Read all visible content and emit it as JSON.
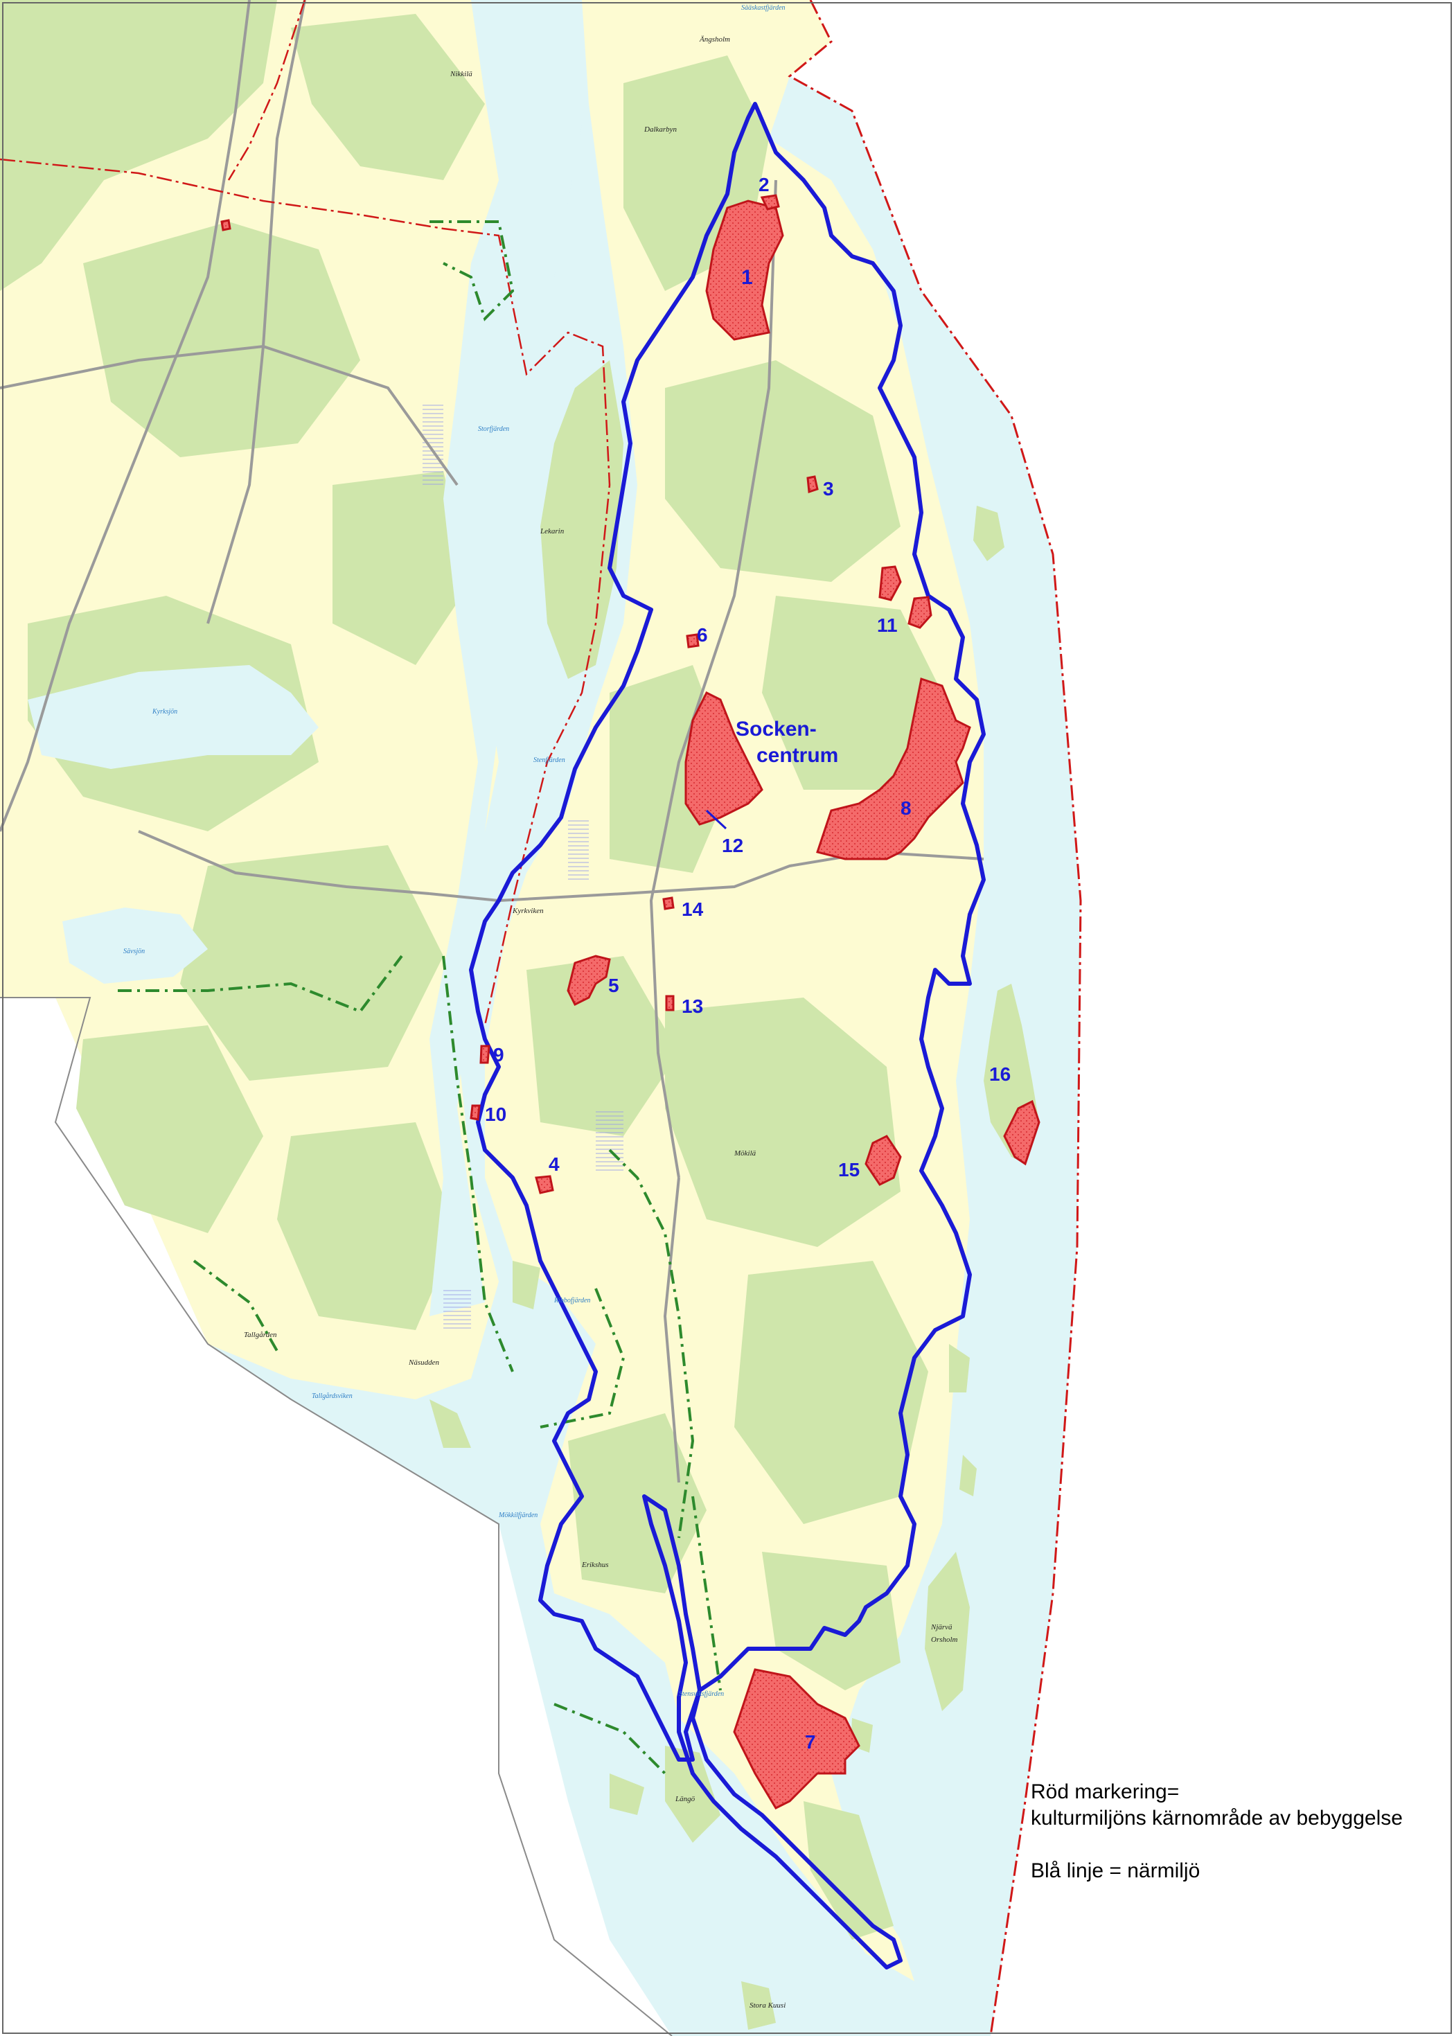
{
  "legend": {
    "red_title": "Röd markering=",
    "red_desc": "kulturmiljöns kärnområde av bebyggelse",
    "blue_desc": "Blå linje = närmiljö"
  },
  "areas": [
    {
      "id": "1",
      "label": "1"
    },
    {
      "id": "2",
      "label": "2"
    },
    {
      "id": "3",
      "label": "3"
    },
    {
      "id": "4",
      "label": "4"
    },
    {
      "id": "5",
      "label": "5"
    },
    {
      "id": "6",
      "label": "6"
    },
    {
      "id": "7",
      "label": "7"
    },
    {
      "id": "8",
      "label": "8"
    },
    {
      "id": "9",
      "label": "9"
    },
    {
      "id": "10",
      "label": "10"
    },
    {
      "id": "11",
      "label": "11"
    },
    {
      "id": "12",
      "label": "12"
    },
    {
      "id": "13",
      "label": "13"
    },
    {
      "id": "14",
      "label": "14"
    },
    {
      "id": "15",
      "label": "15"
    },
    {
      "id": "16",
      "label": "16"
    }
  ],
  "socken": {
    "line1": "Socken-",
    "line2": "centrum"
  },
  "places": {
    "angsholm": "Ängsholm",
    "nikkila": "Nikkilä",
    "dalkarbyn": "Dalkarbyn",
    "mokila": "Mökilä",
    "lekarin": "Lekarin",
    "erikshus": "Erikshus",
    "laxgar": "Längö",
    "stora_kuusi": "Stora Kuusi",
    "njarva": "Njärvä",
    "oraholm": "Orsholm",
    "tallgarden": "Tallgården",
    "nasudden": "Näsudden",
    "kyrkviken": "Kyrkviken"
  },
  "waters": {
    "north_fjard": "Sääskastfjärden",
    "mid_fjard": "Storfjärden",
    "west_lake": "Kyrksjön",
    "small_lake": "Sävsjön",
    "sund": "Stenfjärden",
    "south_fjard": "Mökkilfjärden",
    "channel": "Ribbofjärden",
    "tallgards": "Tallgårdsviken",
    "inlet": "Stensviksfjärden"
  },
  "colors": {
    "sea": "#dff5f7",
    "land_light": "#fdfbd2",
    "forest": "#cfe6ab",
    "forest_dark": "#bcdb94",
    "blue_line": "#1a1ad6",
    "red_fill": "#f2565a",
    "red_edge": "#c0141a",
    "border_red": "#d01818",
    "green_dash": "#2d8a2d",
    "road": "#9a9a9a"
  }
}
